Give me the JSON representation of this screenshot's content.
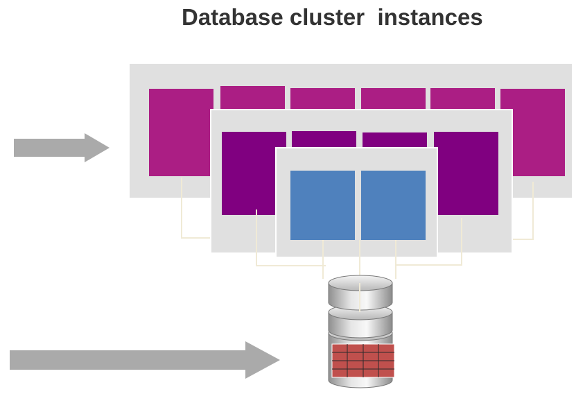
{
  "title": "Database cluster  instances",
  "colors": {
    "panel_gray": "#e0e0e0",
    "panel_border": "#ffffff",
    "magenta": "#ab1e84",
    "purple": "#800080",
    "blue": "#4f81bd",
    "arrow_gray": "#aaaaaa",
    "connector": "#f0ead6",
    "table_red": "#c0504d",
    "cylinder_gray": "#c8c8c8"
  },
  "clusters": [
    {
      "name": "back-cluster",
      "instance_count": 6,
      "instance_color": "magenta"
    },
    {
      "name": "middle-cluster",
      "instance_count": 4,
      "instance_color": "purple"
    },
    {
      "name": "front-cluster",
      "instance_count": 2,
      "instance_color": "blue"
    }
  ],
  "database": {
    "icon": "database-cylinder-icon",
    "table_grid": {
      "rows": 4,
      "cols": 4
    }
  },
  "arrows": [
    {
      "icon": "arrow-right-icon",
      "target": "clusters"
    },
    {
      "icon": "arrow-right-icon",
      "target": "database"
    }
  ]
}
